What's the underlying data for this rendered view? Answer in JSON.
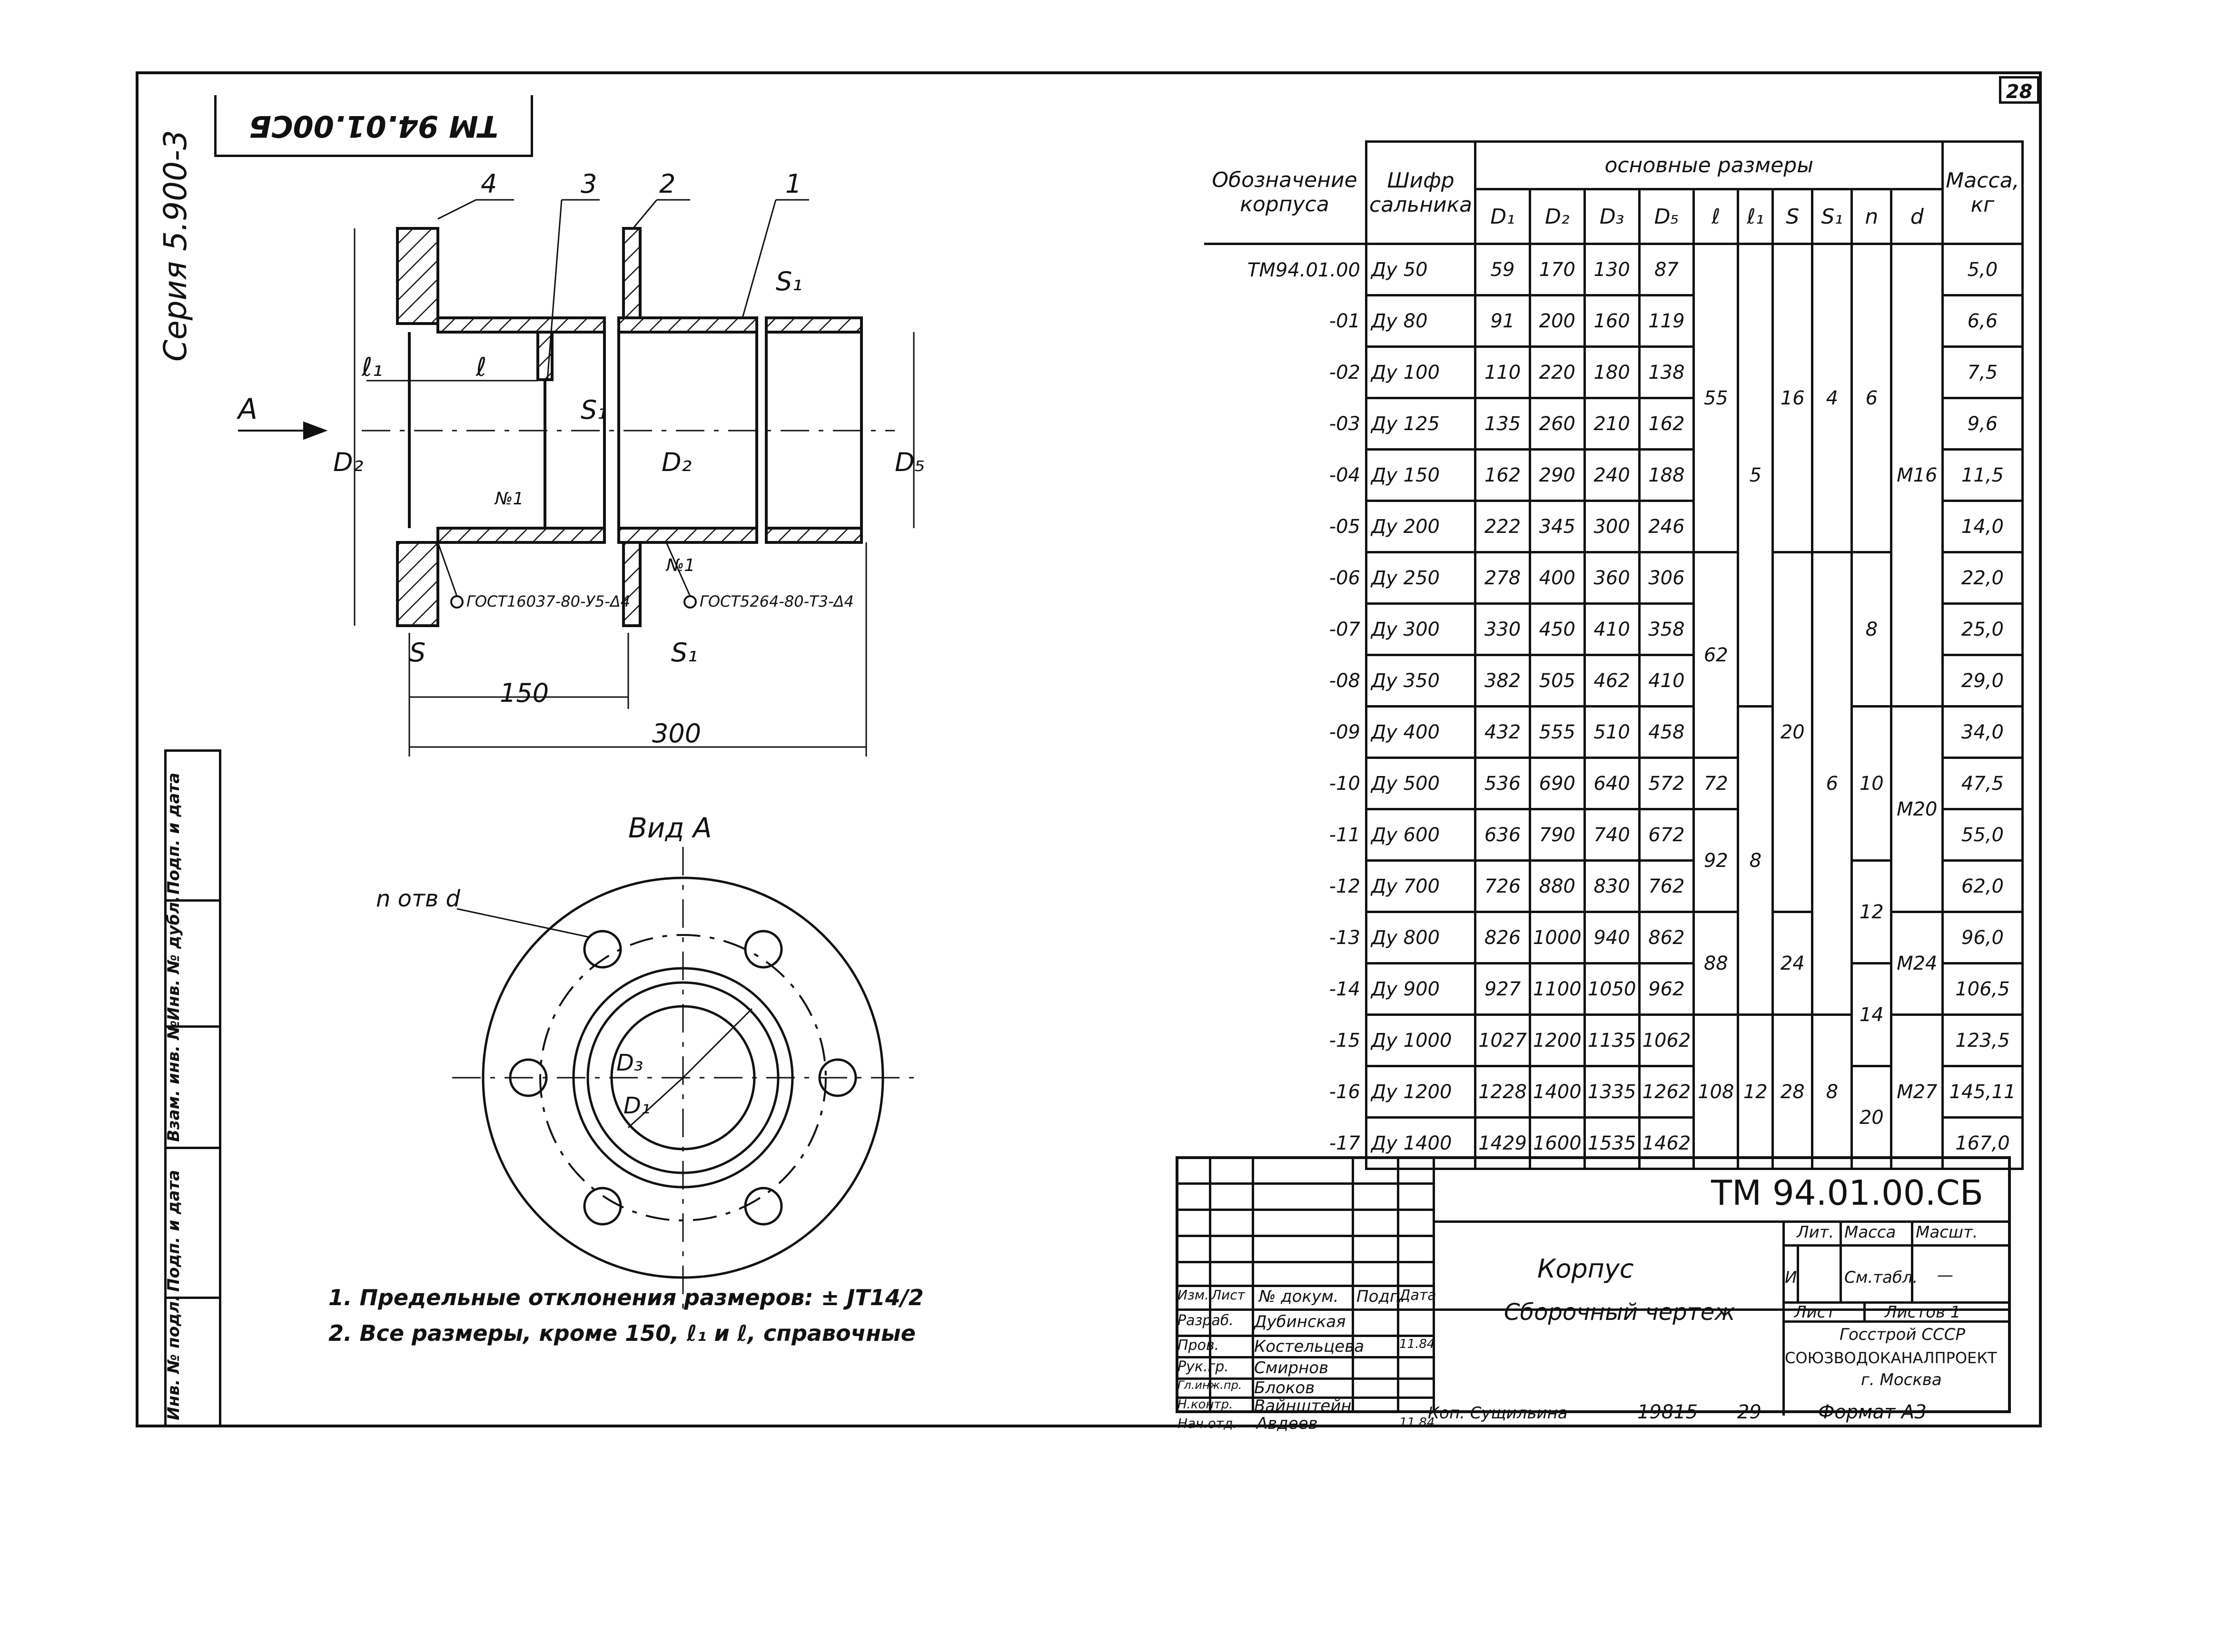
{
  "sheet_number": "28",
  "drawing_code_inverted": "ТМ 94.01.00СБ",
  "series": "Серия 5.900-3",
  "drawing": {
    "part_labels": [
      "4",
      "3",
      "2",
      "1"
    ],
    "dims": {
      "s1_top": "S₁",
      "l1": "ℓ₁",
      "l": "ℓ",
      "s1": "S₁",
      "d2_left": "D₂",
      "d2_mid": "D₂",
      "d5": "D₅",
      "n1": "№1",
      "n1b": "№1",
      "s": "S",
      "s1_bottom": "S₁",
      "dim150": "150",
      "dim300": "300",
      "arrow_a": "А"
    },
    "weld_left": "ГОСТ16037-80-У5-Δ4",
    "weld_right": "ГОСТ5264-80-Т3-Δ4",
    "view_title": "Вид А",
    "holes_label": "n отв d",
    "d3": "D₃",
    "d1": "D₁"
  },
  "notes": [
    "1. Предельные отклонения размеров: ± JT14/2",
    "2. Все размеры, кроме 150, ℓ₁ и ℓ, справочные"
  ],
  "table": {
    "headers": {
      "designation": "Обозначение корпуса",
      "seal_code": "Шифр сальника",
      "main_dims": "основные размеры",
      "mass": "Масса, кг",
      "cols": [
        "D₁",
        "D₂",
        "D₃",
        "D₅",
        "ℓ",
        "ℓ₁",
        "S",
        "S₁",
        "n",
        "d"
      ]
    },
    "rows": [
      {
        "des": "ТМ94.01.00",
        "seal": "Ду 50",
        "d1": "59",
        "d2": "170",
        "d3": "130",
        "d5": "87",
        "mass": "5,0"
      },
      {
        "des": "-01",
        "seal": "Ду 80",
        "d1": "91",
        "d2": "200",
        "d3": "160",
        "d5": "119",
        "mass": "6,6"
      },
      {
        "des": "-02",
        "seal": "Ду 100",
        "d1": "110",
        "d2": "220",
        "d3": "180",
        "d5": "138",
        "mass": "7,5"
      },
      {
        "des": "-03",
        "seal": "Ду 125",
        "d1": "135",
        "d2": "260",
        "d3": "210",
        "d5": "162",
        "mass": "9,6"
      },
      {
        "des": "-04",
        "seal": "Ду 150",
        "d1": "162",
        "d2": "290",
        "d3": "240",
        "d5": "188",
        "mass": "11,5"
      },
      {
        "des": "-05",
        "seal": "Ду 200",
        "d1": "222",
        "d2": "345",
        "d3": "300",
        "d5": "246",
        "mass": "14,0"
      },
      {
        "des": "-06",
        "seal": "Ду 250",
        "d1": "278",
        "d2": "400",
        "d3": "360",
        "d5": "306",
        "mass": "22,0"
      },
      {
        "des": "-07",
        "seal": "Ду 300",
        "d1": "330",
        "d2": "450",
        "d3": "410",
        "d5": "358",
        "mass": "25,0"
      },
      {
        "des": "-08",
        "seal": "Ду 350",
        "d1": "382",
        "d2": "505",
        "d3": "462",
        "d5": "410",
        "mass": "29,0"
      },
      {
        "des": "-09",
        "seal": "Ду 400",
        "d1": "432",
        "d2": "555",
        "d3": "510",
        "d5": "458",
        "mass": "34,0"
      },
      {
        "des": "-10",
        "seal": "Ду 500",
        "d1": "536",
        "d2": "690",
        "d3": "640",
        "d5": "572",
        "mass": "47,5"
      },
      {
        "des": "-11",
        "seal": "Ду 600",
        "d1": "636",
        "d2": "790",
        "d3": "740",
        "d5": "672",
        "mass": "55,0"
      },
      {
        "des": "-12",
        "seal": "Ду 700",
        "d1": "726",
        "d2": "880",
        "d3": "830",
        "d5": "762",
        "mass": "62,0"
      },
      {
        "des": "-13",
        "seal": "Ду 800",
        "d1": "826",
        "d2": "1000",
        "d3": "940",
        "d5": "862",
        "mass": "96,0"
      },
      {
        "des": "-14",
        "seal": "Ду 900",
        "d1": "927",
        "d2": "1100",
        "d3": "1050",
        "d5": "962",
        "mass": "106,5"
      },
      {
        "des": "-15",
        "seal": "Ду 1000",
        "d1": "1027",
        "d2": "1200",
        "d3": "1135",
        "d5": "1062",
        "mass": "123,5"
      },
      {
        "des": "-16",
        "seal": "Ду 1200",
        "d1": "1228",
        "d2": "1400",
        "d3": "1335",
        "d5": "1262",
        "mass": "145,11"
      },
      {
        "des": "-17",
        "seal": "Ду 1400",
        "d1": "1429",
        "d2": "1600",
        "d3": "1535",
        "d5": "1462",
        "mass": "167,0"
      }
    ],
    "merged": {
      "l": [
        "55",
        "62",
        "72",
        "92",
        "88",
        "108"
      ],
      "l1": [
        "5",
        "8",
        "12"
      ],
      "s": [
        "16",
        "20",
        "24",
        "28"
      ],
      "s1": [
        "4",
        "6",
        "8"
      ],
      "n": [
        "6",
        "8",
        "10",
        "12",
        "14",
        "20"
      ],
      "d": [
        "M16",
        "M20",
        "M24",
        "M27"
      ]
    }
  },
  "title_block": {
    "code": "ТМ 94.01.00.СБ",
    "name1": "Корпус",
    "name2": "Сборочный чертеж",
    "lit": "Лит.",
    "mass": "Масса",
    "scale": "Масшт.",
    "lit_val": "И",
    "mass_val": "См.табл.",
    "scale_val": "—",
    "sheet": "Лист",
    "sheets": "Листов 1",
    "org1": "Госстрой СССР",
    "org2": "СОЮЗВОДОКАНАЛПРОЕКТ",
    "org3": "г. Москва",
    "head": [
      "Изм.",
      "Лист",
      "№ докум.",
      "Подп.",
      "Дата"
    ],
    "rows": [
      [
        "Разраб.",
        "Дубинская",
        "",
        ""
      ],
      [
        "Пров.",
        "Костельцева",
        "",
        "11.84"
      ],
      [
        "Рук.гр.",
        "Смирнов",
        "",
        ""
      ],
      [
        "Гл.инж.пр.",
        "Блоков",
        "",
        ""
      ],
      [
        "Н.контр.",
        "Вайнштейн",
        "",
        ""
      ],
      [
        "Нач.отд.",
        "Авдеев",
        "",
        "11.84"
      ]
    ],
    "footer": [
      "Коп. Сущильина",
      "19815",
      "29",
      "Формат А3"
    ]
  },
  "side_stamp": [
    "Инв. № подл.",
    "Подп. и дата",
    "Взам. инв. №",
    "Инв. № дубл.",
    "Подп. и дата"
  ]
}
